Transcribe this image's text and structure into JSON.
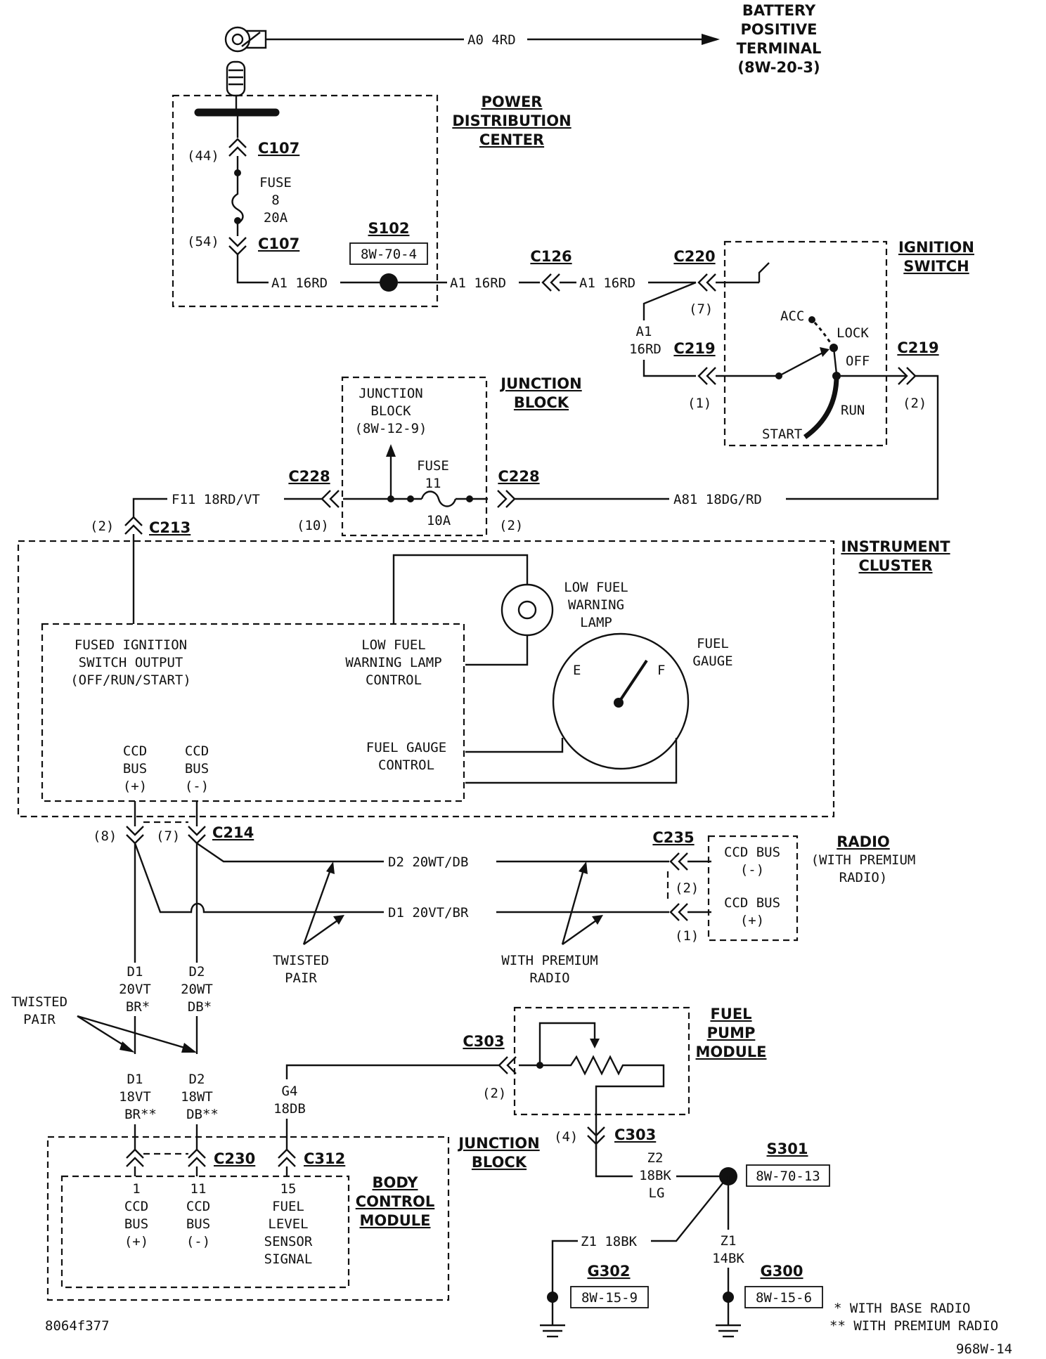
{
  "battery": {
    "wire": "A0 4RD",
    "label": [
      "BATTERY",
      "POSITIVE",
      "TERMINAL",
      "(8W-20-3)"
    ]
  },
  "pdc": {
    "title": [
      "POWER",
      "DISTRIBUTION",
      "CENTER"
    ],
    "c107": "C107",
    "pin_top": "(44)",
    "pin_bottom": "(54)",
    "fuse": [
      "FUSE",
      "8",
      "20A"
    ],
    "s102": "S102",
    "s102_ref": "8W-70-4"
  },
  "ignition_circuit": {
    "wire_a": "A1 16RD",
    "wire_b": "A1 16RD",
    "wire_c": "A1 16RD",
    "c126": "C126",
    "c220": "C220",
    "c220_pin": "(7)",
    "drop_wire": [
      "A1",
      "16RD"
    ],
    "c219_in": "C219",
    "c219_in_pin": "(1)",
    "c219_out": "C219",
    "c219_out_pin": "(2)"
  },
  "ignition_switch": {
    "title": [
      "IGNITION",
      "SWITCH"
    ],
    "positions": {
      "acc": "ACC",
      "lock": "LOCK",
      "off": "OFF",
      "run": "RUN",
      "start": "START"
    }
  },
  "junction_block_fuse": {
    "title": [
      "JUNCTION",
      "BLOCK"
    ],
    "ref": [
      "JUNCTION",
      "BLOCK",
      "(8W-12-9)"
    ],
    "fuse": [
      "FUSE",
      "11",
      "10A"
    ],
    "c228_left": "C228",
    "c228_left_pin": "(10)",
    "c228_right": "C228",
    "c228_right_pin": "(2)",
    "wire_left": "F11 18RD/VT",
    "wire_right": "A81 18DG/RD"
  },
  "instrument_cluster": {
    "title": [
      "INSTRUMENT",
      "CLUSTER"
    ],
    "c213": "C213",
    "c213_pin": "(2)",
    "fused_output": [
      "FUSED IGNITION",
      "SWITCH OUTPUT",
      "(OFF/RUN/START)"
    ],
    "lamp_control": [
      "LOW FUEL",
      "WARNING LAMP",
      "CONTROL"
    ],
    "lamp": [
      "LOW FUEL",
      "WARNING",
      "LAMP"
    ],
    "gauge": [
      "FUEL",
      "GAUGE"
    ],
    "gauge_e": "E",
    "gauge_f": "F",
    "gauge_control": [
      "FUEL GAUGE",
      "CONTROL"
    ],
    "ccd_plus": [
      "CCD",
      "BUS",
      "(+)"
    ],
    "ccd_minus": [
      "CCD",
      "BUS",
      "(-)"
    ]
  },
  "ccd_bus": {
    "c214": "C214",
    "pin8": "(8)",
    "pin7": "(7)",
    "wire_d2": "D2 20WT/DB",
    "wire_d1": "D1 20VT/BR",
    "twisted_pair": [
      "TWISTED",
      "PAIR"
    ],
    "with_premium": [
      "WITH PREMIUM",
      "RADIO"
    ],
    "c235": "C235",
    "c235_pin2": "(2)",
    "c235_pin1": "(1)",
    "d1_upper": [
      "D1",
      "20VT",
      "BR*"
    ],
    "d2_upper": [
      "D2",
      "20WT",
      "DB*"
    ],
    "twisted_pair_left": [
      "TWISTED",
      "PAIR"
    ],
    "d1_lower": [
      "D1",
      "18VT",
      "BR**"
    ],
    "d2_lower": [
      "D2",
      "18WT",
      "DB**"
    ]
  },
  "radio": {
    "title": "RADIO",
    "sub": [
      "(WITH PREMIUM",
      "RADIO)"
    ],
    "ccd_minus": [
      "CCD BUS",
      "(-)"
    ],
    "ccd_plus": [
      "CCD BUS",
      "(+)"
    ]
  },
  "fuel_pump": {
    "title": [
      "FUEL",
      "PUMP",
      "MODULE"
    ],
    "c303_top": "C303",
    "c303_top_pin": "(2)",
    "c303_bottom": "C303",
    "c303_bottom_pin": "(4)",
    "wire_g4": [
      "G4",
      "18DB"
    ],
    "wire_z2": [
      "Z2",
      "18BK",
      "LG"
    ]
  },
  "ground": {
    "s301": "S301",
    "s301_ref": "8W-70-13",
    "wire_z1_left": "Z1 18BK",
    "wire_z1_right": [
      "Z1",
      "14BK"
    ],
    "g302": "G302",
    "g302_ref": "8W-15-9",
    "g300": "G300",
    "g300_ref": "8W-15-6"
  },
  "bcm": {
    "junction_block": [
      "JUNCTION",
      "BLOCK"
    ],
    "title": [
      "BODY",
      "CONTROL",
      "MODULE"
    ],
    "c230": "C230",
    "c312": "C312",
    "pin1": [
      "1",
      "CCD",
      "BUS",
      "(+)"
    ],
    "pin11": [
      "11",
      "CCD",
      "BUS",
      "(-)"
    ],
    "pin15": [
      "15",
      "FUEL",
      "LEVEL",
      "SENSOR",
      "SIGNAL"
    ]
  },
  "notes": {
    "base": "*  WITH BASE RADIO",
    "premium": "** WITH PREMIUM RADIO"
  },
  "codes": {
    "left": "8064f377",
    "right": "968W-14"
  }
}
